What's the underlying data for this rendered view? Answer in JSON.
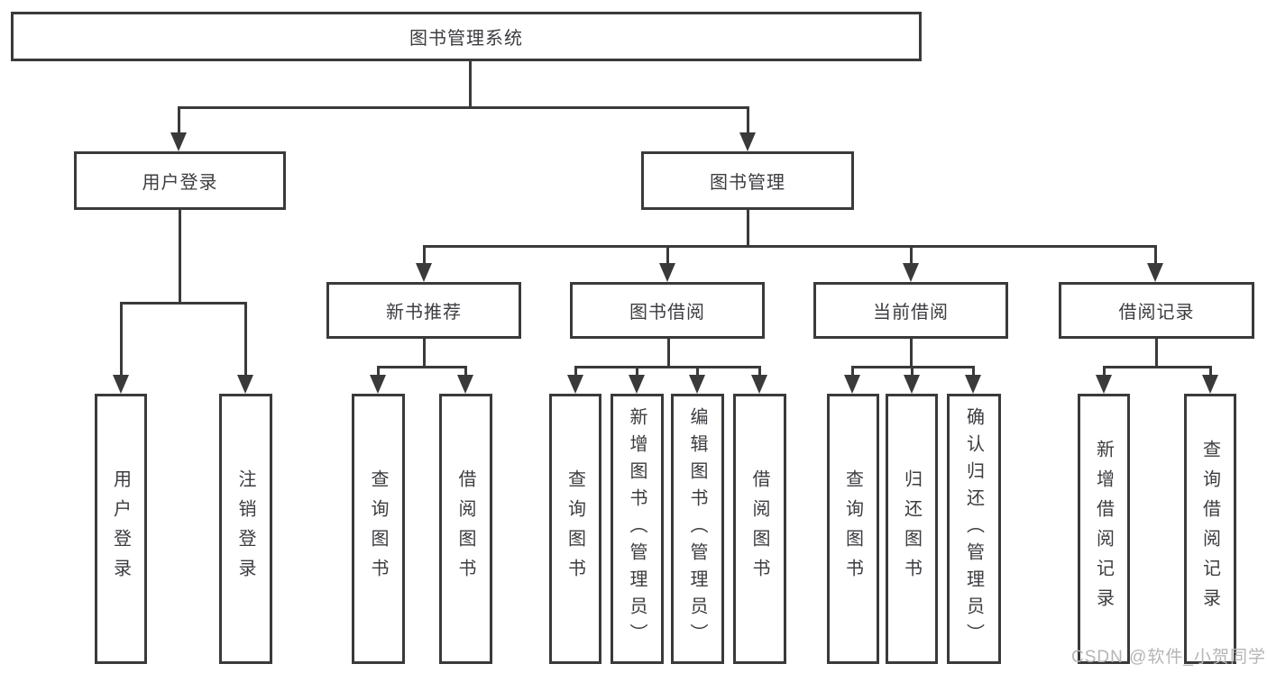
{
  "diagram": {
    "root": {
      "label": "图书管理系统",
      "children": [
        {
          "label": "用户登录",
          "children": [
            {
              "label": "用户登录"
            },
            {
              "label": "注销登录"
            }
          ]
        },
        {
          "label": "图书管理",
          "children": [
            {
              "label": "新书推荐",
              "children": [
                {
                  "label": "查询图书"
                },
                {
                  "label": "借阅图书"
                }
              ]
            },
            {
              "label": "图书借阅",
              "children": [
                {
                  "label": "查询图书"
                },
                {
                  "label": "新增图书（管理员）"
                },
                {
                  "label": "编辑图书（管理员）"
                },
                {
                  "label": "借阅图书"
                }
              ]
            },
            {
              "label": "当前借阅",
              "children": [
                {
                  "label": "查询图书"
                },
                {
                  "label": "归还图书"
                },
                {
                  "label": "确认归还（管理员）"
                }
              ]
            },
            {
              "label": "借阅记录",
              "children": [
                {
                  "label": "新增借阅记录"
                },
                {
                  "label": "查询借阅记录"
                }
              ]
            }
          ]
        }
      ]
    }
  },
  "watermark": {
    "text": "CSDN @软件_小贺同学"
  },
  "colors": {
    "line": "#3a3a3a",
    "text": "#3c3c41",
    "bg": "#ffffff",
    "watermark": "#b5b5b5"
  }
}
